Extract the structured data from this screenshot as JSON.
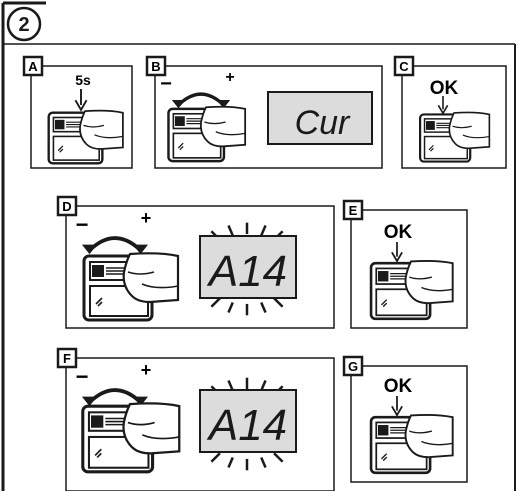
{
  "step_number": "2",
  "panels": {
    "A": {
      "letter": "A",
      "caption": "5s"
    },
    "B": {
      "letter": "B",
      "minus": "−",
      "plus": "+",
      "display": "Cur"
    },
    "C": {
      "letter": "C",
      "caption": "OK"
    },
    "D": {
      "letter": "D",
      "minus": "−",
      "plus": "+",
      "display": "A14"
    },
    "E": {
      "letter": "E",
      "caption": "OK"
    },
    "F": {
      "letter": "F",
      "minus": "−",
      "plus": "+",
      "display": "A14"
    },
    "G": {
      "letter": "G",
      "caption": "OK"
    }
  },
  "colors": {
    "ink": "#1a1a1a",
    "lcd": "#dcdcdc",
    "paper": "#ffffff"
  }
}
